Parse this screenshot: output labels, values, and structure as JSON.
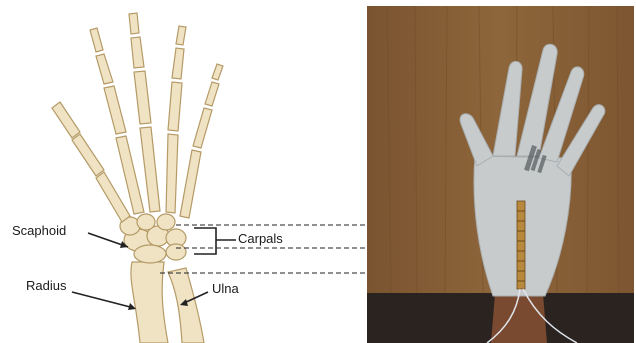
{
  "labels": {
    "scaphoid": "Scaphoid",
    "carpals": "Carpals",
    "radius": "Radius",
    "ulna": "Ulna"
  },
  "colors": {
    "bone_fill": "#efe3c4",
    "bone_stroke": "#b59a66",
    "bone_shadow": "#d8c597",
    "wood": "#8a6238",
    "wood_dark": "#6e4a28",
    "glove": "#c7cbcc",
    "glove_shade": "#a9aeb0",
    "table_dark": "#2b2320",
    "skin": "#7a4a30",
    "sensor": "#b8893c",
    "line": "#222222"
  },
  "icons": {
    "hand_skeleton": "hand-skeleton-illustration",
    "glove_photo": "gloved-hand-photo"
  }
}
